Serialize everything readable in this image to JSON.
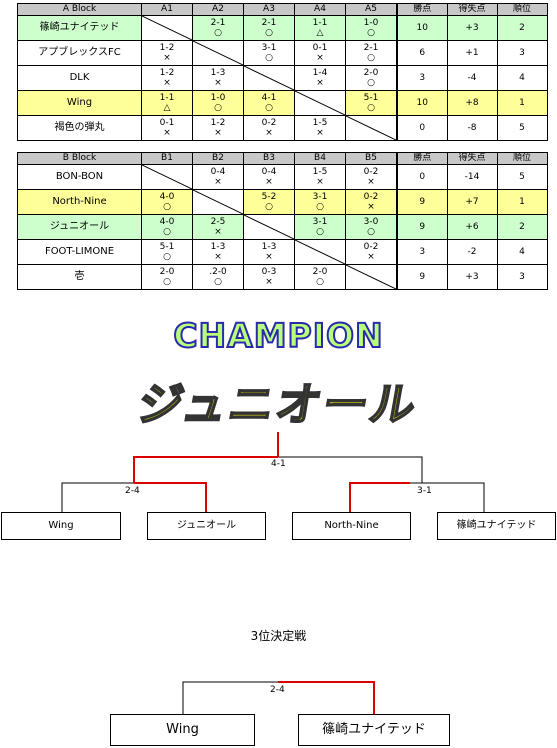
{
  "block_a": {
    "header": [
      "A  Block",
      "A1",
      "A2",
      "A3",
      "A4",
      "A5",
      "勝点",
      "得失点",
      "順位"
    ],
    "rows": [
      {
        "team": "篠崎ユナイテッド",
        "hl": "green",
        "cells": [
          null,
          {
            "s": "2-1",
            "m": "○"
          },
          {
            "s": "2-1",
            "m": "○"
          },
          {
            "s": "1-1",
            "m": "△"
          },
          {
            "s": "1-0",
            "m": "○"
          }
        ],
        "pts": "10",
        "diff": "+3",
        "rank": "2"
      },
      {
        "team": "アプブレックスFC",
        "hl": "",
        "cells": [
          {
            "s": "1-2",
            "m": "×"
          },
          null,
          {
            "s": "3-1",
            "m": "○"
          },
          {
            "s": "0-1",
            "m": "×"
          },
          {
            "s": "2-1",
            "m": "○"
          }
        ],
        "pts": "6",
        "diff": "+1",
        "rank": "3"
      },
      {
        "team": "DLK",
        "hl": "",
        "cells": [
          {
            "s": "1-2",
            "m": "×"
          },
          {
            "s": "1-3",
            "m": "×"
          },
          null,
          {
            "s": "1-4",
            "m": "×"
          },
          {
            "s": "2-0",
            "m": "○"
          }
        ],
        "pts": "3",
        "diff": "-4",
        "rank": "4"
      },
      {
        "team": "Wing",
        "hl": "yellow",
        "cells": [
          {
            "s": "1-1",
            "m": "△"
          },
          {
            "s": "1-0",
            "m": "○"
          },
          {
            "s": "4-1",
            "m": "○"
          },
          null,
          {
            "s": "5-1",
            "m": "○"
          }
        ],
        "pts": "10",
        "diff": "+8",
        "rank": "1"
      },
      {
        "team": "褐色の弾丸",
        "hl": "",
        "cells": [
          {
            "s": "0-1",
            "m": "×"
          },
          {
            "s": "1-2",
            "m": "×"
          },
          {
            "s": "0-2",
            "m": "×"
          },
          {
            "s": "1-5",
            "m": "×"
          },
          null
        ],
        "pts": "0",
        "diff": "-8",
        "rank": "5"
      }
    ]
  },
  "block_b": {
    "header": [
      "B Block",
      "B1",
      "B2",
      "B3",
      "B4",
      "B5",
      "勝点",
      "得失点",
      "順位"
    ],
    "rows": [
      {
        "team": "BON-BON",
        "hl": "",
        "cells": [
          null,
          {
            "s": "0-4",
            "m": "×"
          },
          {
            "s": "0-4",
            "m": "×"
          },
          {
            "s": "1-5",
            "m": "×"
          },
          {
            "s": "0-2",
            "m": "×"
          }
        ],
        "pts": "0",
        "diff": "-14",
        "rank": "5"
      },
      {
        "team": "North-Nine",
        "hl": "yellow",
        "cells": [
          {
            "s": "4-0",
            "m": "○"
          },
          null,
          {
            "s": "5-2",
            "m": "○"
          },
          {
            "s": "3-1",
            "m": "○"
          },
          {
            "s": "0-2",
            "m": "×"
          }
        ],
        "pts": "9",
        "diff": "+7",
        "rank": "1"
      },
      {
        "team": "ジュニオール",
        "hl": "green",
        "cells": [
          {
            "s": "4-0",
            "m": "○"
          },
          {
            "s": "2-5",
            "m": "×"
          },
          null,
          {
            "s": "3-1",
            "m": "○"
          },
          {
            "s": "3-0",
            "m": "○"
          }
        ],
        "pts": "9",
        "diff": "+6",
        "rank": "2"
      },
      {
        "team": "FOOT-LIMONE",
        "hl": "",
        "cells": [
          {
            "s": "5-1",
            "m": "○"
          },
          {
            "s": "1-3",
            "m": "×"
          },
          {
            "s": "1-3",
            "m": "×"
          },
          null,
          {
            "s": "0-2",
            "m": "×"
          }
        ],
        "pts": "3",
        "diff": "-2",
        "rank": "4"
      },
      {
        "team": "壱",
        "hl": "",
        "cells": [
          {
            "s": "2-0",
            "m": "○"
          },
          {
            "s": ".2-0",
            "m": "○"
          },
          {
            "s": "0-3",
            "m": "×"
          },
          {
            "s": "2-0",
            "m": "○"
          },
          null
        ],
        "pts": "9",
        "diff": "+3",
        "rank": "3"
      }
    ]
  },
  "champion": {
    "label": "CHAMPION",
    "team": "ジュニオール"
  },
  "bracket": {
    "final_score": "4-1",
    "semi_left_score": "2-4",
    "semi_right_score": "3-1",
    "teams": [
      "Wing",
      "ジュニオール",
      "North-Nine",
      "篠崎ユナイテッド"
    ]
  },
  "third_place": {
    "title": "3位決定戦",
    "score": "2-4",
    "teams": [
      "Wing",
      "篠崎ユナイテッド"
    ]
  },
  "colors": {
    "win_line": "#dd0000",
    "green_row": "#ccffcc",
    "yellow_row": "#ffff99",
    "header": "#c8c8c8"
  }
}
